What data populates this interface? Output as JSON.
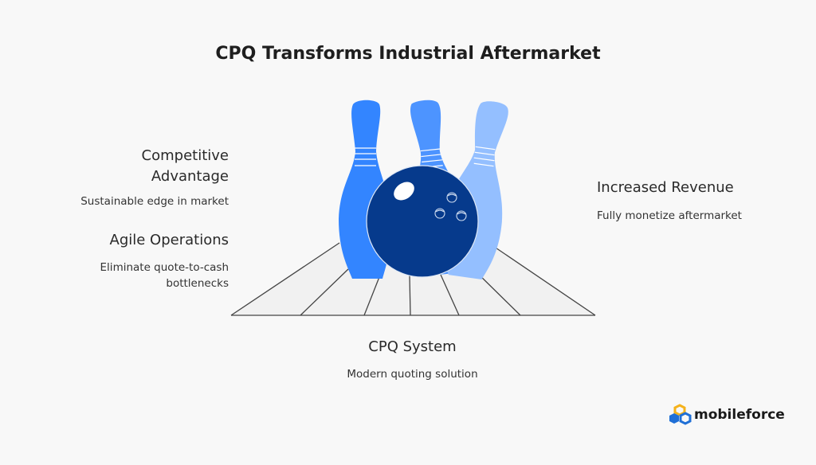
{
  "title": "CPQ Transforms Industrial Aftermarket",
  "items": {
    "competitive": {
      "heading_line1": "Competitive",
      "heading_line2": "Advantage",
      "desc": "Sustainable edge in market"
    },
    "agile": {
      "heading": "Agile Operations",
      "desc_line1": "Eliminate quote-to-cash",
      "desc_line2": "bottlenecks"
    },
    "revenue": {
      "heading": "Increased Revenue",
      "desc": "Fully monetize aftermarket"
    },
    "cpq": {
      "heading": "CPQ System",
      "desc": "Modern quoting solution"
    }
  },
  "logo": {
    "text": "mobileforce"
  },
  "colors": {
    "pin_left": "#3385ff",
    "pin_mid": "#4d94ff",
    "pin_right": "#94bfff",
    "ball": "#063a8c",
    "logo_blue": "#1f6fd6",
    "logo_yellow": "#f5b21b"
  }
}
